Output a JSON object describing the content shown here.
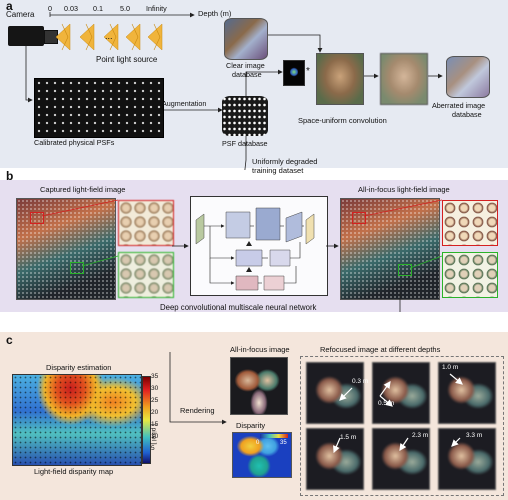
{
  "panels": {
    "a": "a",
    "b": "b",
    "c": "c"
  },
  "a": {
    "camera": "Camera",
    "depth_ticks": [
      "0",
      "0.03",
      "0.1",
      "5.0",
      "Infinity"
    ],
    "ellipsis": "...",
    "depth_axis": "Depth (m)",
    "point_light": "Point light source",
    "calibrated": "Calibrated physical PSFs",
    "augmentation": "Augmentation",
    "psf_db": "PSF database",
    "clear_db_1": "Clear image",
    "clear_db_2": "database",
    "convolution": "Space-uniform convolution",
    "aberrated_1": "Aberrated image",
    "aberrated_2": "database",
    "star": "*"
  },
  "arrow_label": {
    "line1": "Uniformly degraded",
    "line2": "training dataset"
  },
  "b": {
    "captured": "Captured light-field image",
    "allfocus": "All-in-focus light-field image",
    "network": "Deep convolutional multiscale neural network"
  },
  "c": {
    "disparity_est": "Disparity estimation",
    "colorbar_ticks": [
      "35",
      "30",
      "25",
      "20",
      "15",
      "10",
      "5"
    ],
    "colorbar_unit": "[ pixel ]",
    "lf_map": "Light-field disparity map",
    "rendering": "Rendering",
    "allfocus_img": "All-in-focus image",
    "disparity": "Disparity",
    "disp_range": [
      "0",
      "35"
    ],
    "refocused": "Refocused image at different depths",
    "depth_labels": [
      "0.3 m",
      "1.0 m",
      "0.5 m",
      "1.5 m",
      "2.3 m",
      "3.3 m"
    ]
  }
}
